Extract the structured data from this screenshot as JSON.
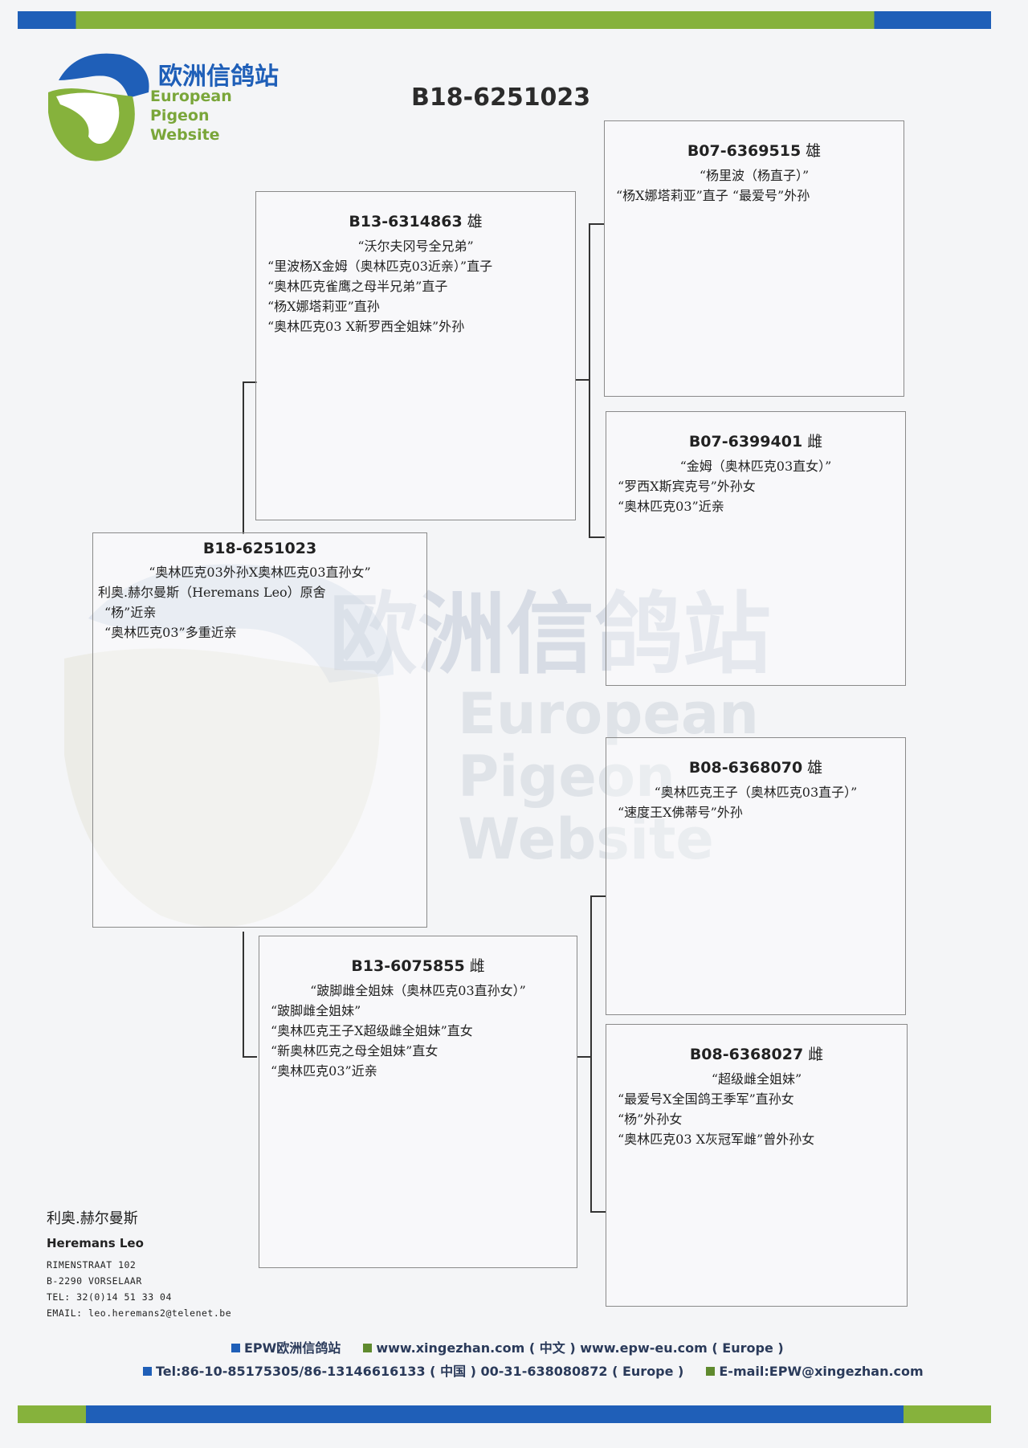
{
  "logo": {
    "cn": "欧洲信鸽站",
    "en_line1": "European Pigeon",
    "en_line2": "Website"
  },
  "title": "B18-6251023",
  "watermark": {
    "cn": "欧洲信鸽站",
    "en_line1": "European Pigeon",
    "en_line2": "Website"
  },
  "subject": {
    "ring": "B18-6251023",
    "lines": [
      "“奥林匹克03外孙X奥林匹克03直孙女”",
      "利奥.赫尔曼斯（Heremans Leo）原舍",
      "“杨”近亲",
      "“奥林匹克03”多重近亲"
    ]
  },
  "sire": {
    "ring": "B13-6314863",
    "sex": "雄",
    "lines": [
      "“沃尔夫冈号全兄弟”",
      "“里波杨X金姆（奥林匹克03近亲）”直子",
      "“奥林匹克雀鹰之母半兄弟”直子",
      "“杨X娜塔莉亚”直孙",
      "“奥林匹克03 X新罗西全姐妹”外孙"
    ]
  },
  "dam": {
    "ring": "B13-6075855",
    "sex": "雌",
    "lines": [
      "“跛脚雌全姐妹（奥林匹克03直孙女）”",
      "“跛脚雌全姐妹”",
      "“奥林匹克王子X超级雌全姐妹”直女",
      "“新奥林匹克之母全姐妹”直女",
      "“奥林匹克03”近亲"
    ]
  },
  "gs1": {
    "ring": "B07-6369515",
    "sex": "雄",
    "lines": [
      "“杨里波（杨直子）”",
      "“杨X娜塔莉亚”直子 “最爱号”外孙"
    ]
  },
  "gd1": {
    "ring": "B07-6399401",
    "sex": "雌",
    "lines": [
      "“金姆（奥林匹克03直女）”",
      "“罗西X斯宾克号”外孙女",
      "“奥林匹克03”近亲"
    ]
  },
  "gs2": {
    "ring": "B08-6368070",
    "sex": "雄",
    "lines": [
      "“奥林匹克王子（奥林匹克03直子）”",
      "“速度王X佛蒂号”外孙"
    ]
  },
  "gd2": {
    "ring": "B08-6368027",
    "sex": "雌",
    "lines": [
      "“超级雌全姐妹”",
      "“最爱号X全国鸽王季军”直孙女",
      "“杨”外孙女",
      "“奥林匹克03 X灰冠军雌”曾外孙女"
    ]
  },
  "owner": {
    "name_cn": "利奥.赫尔曼斯",
    "name_en": "Heremans Leo",
    "address1": "RIMENSTRAAT 102",
    "address2": "B-2290 VORSELAAR",
    "tel": "TEL: 32(0)14 51 33 04",
    "email": "EMAIL: leo.heremans2@telenet.be"
  },
  "footer": {
    "epw": "EPW欧洲信鸽站",
    "web": "www.xingezhan.com ( 中文 )  www.epw-eu.com ( Europe )",
    "tel": "Tel:86-10-85175305/86-13146616133 ( 中国 )  00-31-638080872 ( Europe )",
    "email": "E-mail:EPW@xingezhan.com"
  },
  "colors": {
    "brand_blue": "#1f5fb8",
    "brand_green": "#86b23c"
  }
}
